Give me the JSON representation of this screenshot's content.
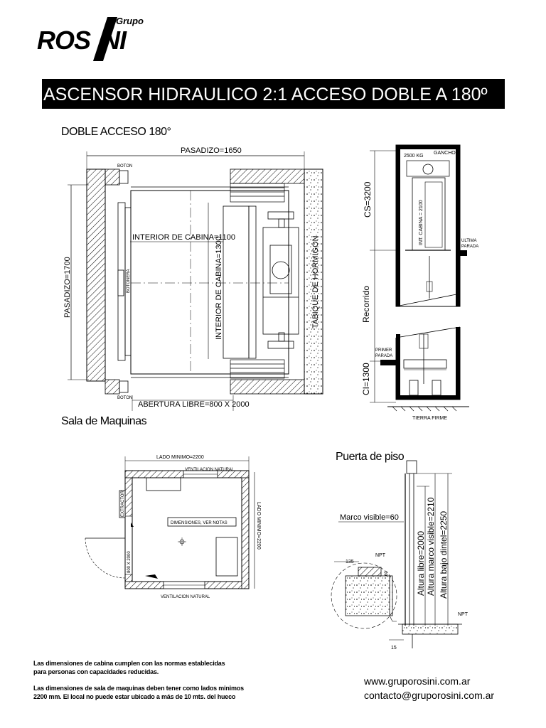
{
  "logo": {
    "grupo": "Grupo",
    "ros": "ROS",
    "ni": "NI"
  },
  "banner": "ASCENSOR HIDRAULICO 2:1 ACCESO DOBLE A 180º",
  "plan": {
    "title": "DOBLE ACCESO 180°",
    "pasadizo_w": "PASADIZO=1650",
    "pasadizo_h": "PASADIZO=1700",
    "interior_w": "INTERIOR DE CABINA=1100",
    "interior_h": "INTERIOR DE CABINA=1300",
    "tabique": "TABIQUE DE HORMIGON",
    "abertura": "ABERTURA LIBRE=800 X 2000",
    "boton": "BOTON",
    "botonera": "BOTONERA"
  },
  "section": {
    "capacity": "2500 KG",
    "gancho": "GANCHO",
    "cs": "CS=3200",
    "int_cabina": "INT. CABINA = 2100",
    "ultima": "ULTIMA",
    "parada": "PARADA",
    "recorrido": "Recorrido",
    "primer": "PRIMER",
    "ci": "CI=1300",
    "tierra": "TIERRA FIRME"
  },
  "machine_room": {
    "title": "Sala de Maquinas",
    "lado_top": "LADO MINIMO=2200",
    "lado_right": "LADO MINIMO=2200",
    "vent": "VENTILACION NATURAL",
    "extractor": "EXTRACTOR",
    "dimensiones": "DIMENSIONES, VER NOTAS",
    "door": "800 X 2000"
  },
  "floor_door": {
    "title": "Puerta de piso",
    "marco": "Marco visible=60",
    "altura_libre": "Altura libre=2000",
    "altura_marco": "Altura marco visible=2210",
    "altura_dintel": "Altura bajo dintel=2250",
    "d135": "135",
    "npt": "NPT",
    "d15": "15",
    "d60": "60"
  },
  "notes": {
    "n1a": "Las dimensiones de cabina cumplen con las normas establecidas",
    "n1b": "para personas con capacidades reducidas.",
    "n2a": "Las dimensiones de sala de maquinas deben tener como lados minimos",
    "n2b": "2200 mm. El local no puede estar ubicado a más de 10 mts. del hueco"
  },
  "contact": {
    "web": "www.gruporosini.com.ar",
    "email": "contacto@gruporosini.com.ar"
  }
}
